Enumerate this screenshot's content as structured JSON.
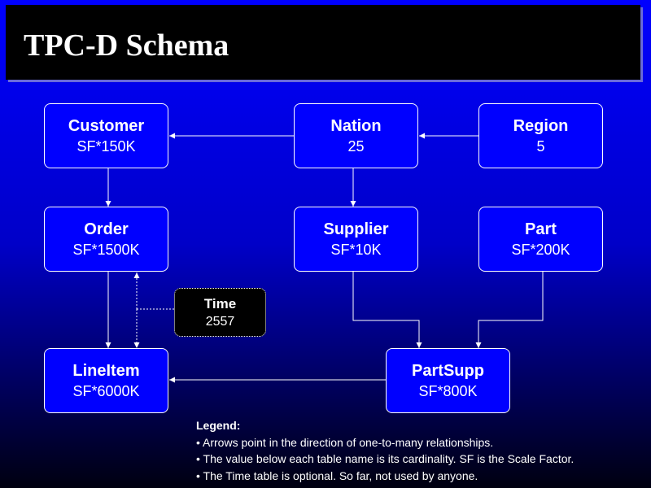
{
  "title": "TPC-D Schema",
  "entities": {
    "customer": {
      "name": "Customer",
      "cardinality": "SF*150K"
    },
    "nation": {
      "name": "Nation",
      "cardinality": "25"
    },
    "region": {
      "name": "Region",
      "cardinality": "5"
    },
    "order": {
      "name": "Order",
      "cardinality": "SF*1500K"
    },
    "supplier": {
      "name": "Supplier",
      "cardinality": "SF*10K"
    },
    "part": {
      "name": "Part",
      "cardinality": "SF*200K"
    },
    "time": {
      "name": "Time",
      "cardinality": "2557"
    },
    "lineitem": {
      "name": "LineItem",
      "cardinality": "SF*6000K"
    },
    "partsupp": {
      "name": "PartSupp",
      "cardinality": "SF*800K"
    }
  },
  "legend": {
    "title": "Legend:",
    "items": [
      "• Arrows point in the direction of one-to-many relationships.",
      "• The value below each table name is its cardinality.  SF is the Scale Factor.",
      "• The Time table is optional.  So far, not used by anyone."
    ]
  },
  "colors": {
    "background_top": "#0000ff",
    "entity_fill": "#0000ff",
    "title_bar": "#000000",
    "line": "#ffffff"
  }
}
